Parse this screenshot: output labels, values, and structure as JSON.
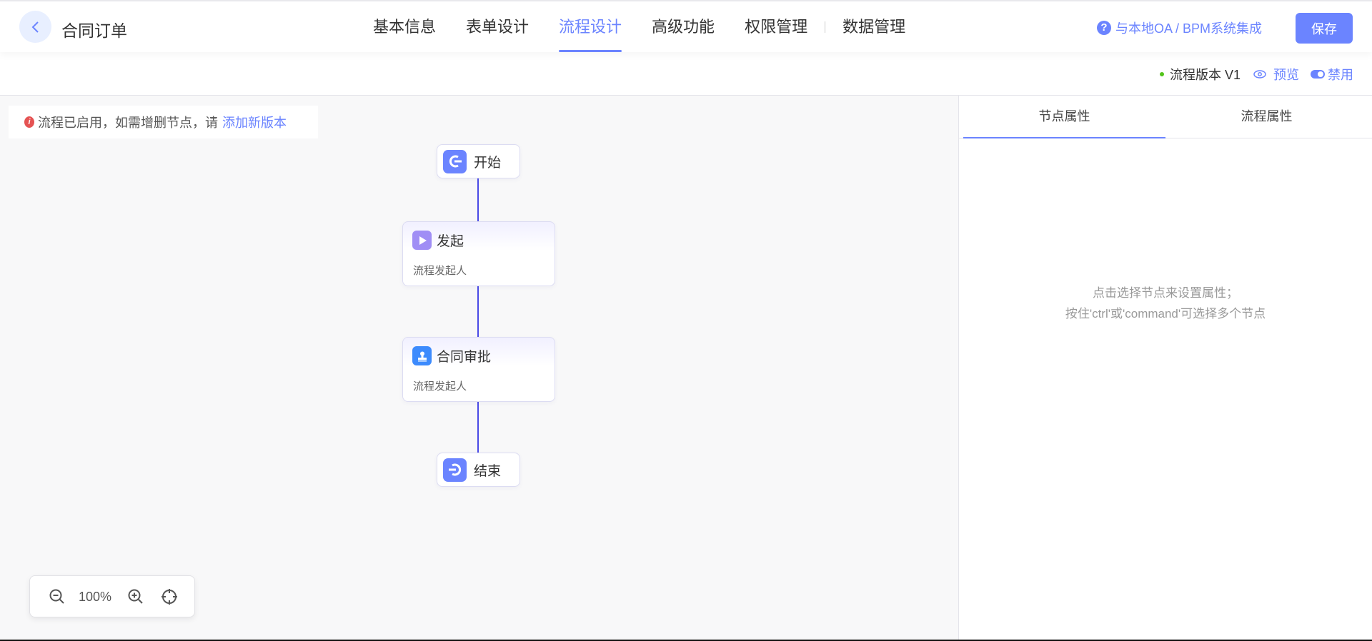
{
  "header": {
    "title": "合同订单",
    "tabs": [
      {
        "label": "基本信息"
      },
      {
        "label": "表单设计"
      },
      {
        "label": "流程设计",
        "active": true
      },
      {
        "label": "高级功能"
      },
      {
        "label": "权限管理"
      },
      {
        "label": "数据管理"
      }
    ],
    "help_label": "与本地OA / BPM系统集成",
    "save_label": "保存"
  },
  "toolbar": {
    "version": "流程版本 V1",
    "preview": "预览",
    "disable": "禁用"
  },
  "notice": {
    "text": "流程已启用，如需增删节点，请",
    "link": "添加新版本"
  },
  "flow": {
    "start": "开始",
    "nodes": [
      {
        "title": "发起",
        "sub": "流程发起人"
      },
      {
        "title": "合同审批",
        "sub": "流程发起人"
      }
    ],
    "end": "结束"
  },
  "zoom": {
    "level": "100%"
  },
  "panel": {
    "tabs": [
      "节点属性",
      "流程属性"
    ],
    "placeholder_1": "点击选择节点来设置属性；",
    "placeholder_2": "按住'ctrl'或'command'可选择多个节点"
  },
  "colors": {
    "accent": "#6b84ff",
    "line": "#4a4ae6",
    "status": "#52c41a"
  }
}
